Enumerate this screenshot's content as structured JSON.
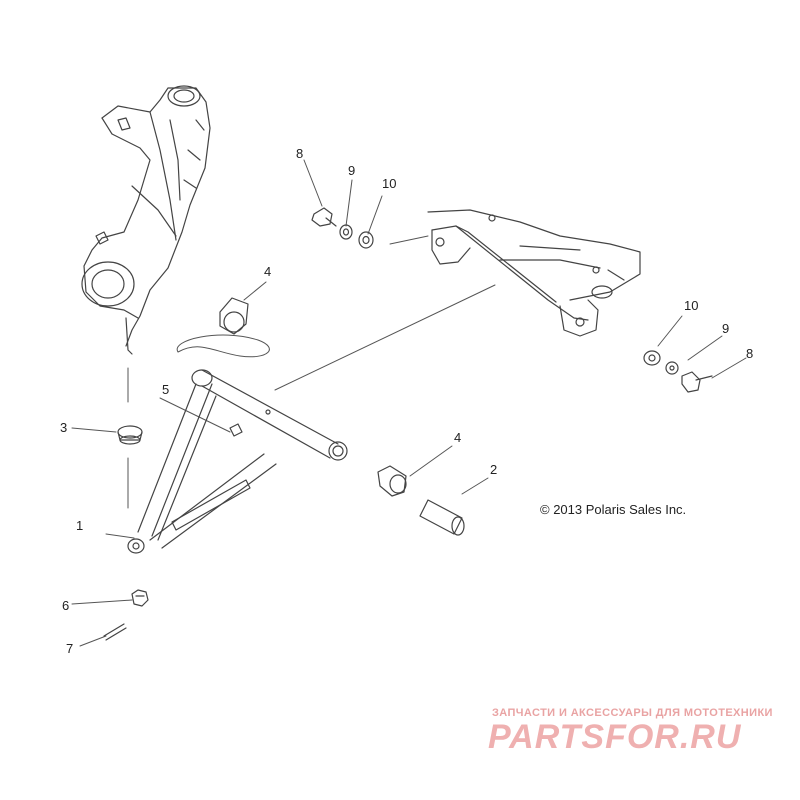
{
  "callouts": {
    "c1": "1",
    "c2": "2",
    "c3": "3",
    "c4a": "4",
    "c4b": "4",
    "c5": "5",
    "c6": "6",
    "c7": "7",
    "c8a": "8",
    "c9a": "9",
    "c10a": "10",
    "c8b": "8",
    "c9b": "9",
    "c10b": "10"
  },
  "copyright": "© 2013 Polaris Sales Inc.",
  "watermark": {
    "tagline": "ЗАПЧАСТИ И АКСЕССУАРЫ ДЛЯ МОТОТЕХНИКИ",
    "logo": "PARTSFOR.RU"
  },
  "colors": {
    "line": "#444444",
    "watermark": "#e9a3a3"
  }
}
